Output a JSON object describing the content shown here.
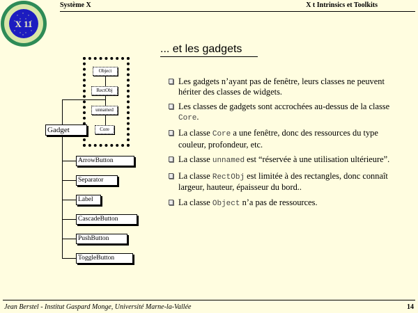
{
  "header": {
    "left": "Système X",
    "right": "X t Intrinsics et Toolkits"
  },
  "logo": {
    "text": "X 11",
    "colors": {
      "outer": "#2e8b57",
      "ring": "#d9e6a8",
      "inner": "#1c1cc0"
    }
  },
  "title": "... et les gadgets",
  "bullets": [
    {
      "parts": [
        {
          "t": "Les gadgets n’ayant pas de fenêtre, leurs classes ne peuvent hériter des classes de widgets."
        }
      ]
    },
    {
      "parts": [
        {
          "t": "Les classes de gadgets sont accrochées au-dessus de la classe "
        },
        {
          "t": "Core",
          "code": true
        },
        {
          "t": "."
        }
      ]
    },
    {
      "parts": [
        {
          "t": "La classe "
        },
        {
          "t": "Core",
          "code": true
        },
        {
          "t": " a une fenêtre, donc des ressources du type couleur, profondeur, etc."
        }
      ]
    },
    {
      "parts": [
        {
          "t": "La classe "
        },
        {
          "t": "unnamed",
          "code": true
        },
        {
          "t": " est “réservée à une utilisation ultérieure”."
        }
      ]
    },
    {
      "parts": [
        {
          "t": "La classe "
        },
        {
          "t": "RectObj",
          "code": true
        },
        {
          "t": " est limitée à des rectangles, donc connaît largeur, hauteur, épaisseur du bord.."
        }
      ]
    },
    {
      "parts": [
        {
          "t": "La classe "
        },
        {
          "t": "Object",
          "code": true
        },
        {
          "t": " n’a pas de ressources."
        }
      ]
    }
  ],
  "diagram": {
    "stack": [
      "Object",
      "RectObj",
      "unnamed",
      "Core"
    ],
    "root": "Gadget",
    "children": [
      "ArrowButton",
      "Separator",
      "Label",
      "CascadeButton",
      "PushButton",
      "ToggleButton"
    ]
  },
  "footer": {
    "left": "Jean Berstel  -   Institut Gaspard Monge, Université Marne-la-Vallée",
    "page": "14"
  }
}
